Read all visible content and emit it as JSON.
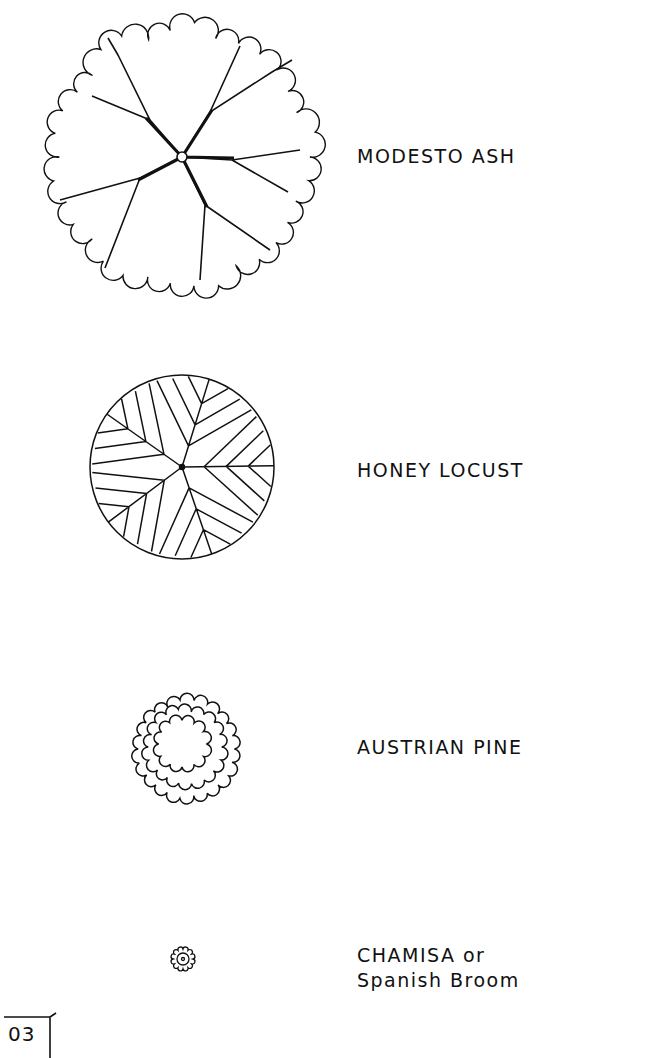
{
  "diagram": {
    "labels": [
      "03"
    ],
    "legend": [
      {
        "text": "MODESTO ASH"
      },
      {
        "text": "HONEY LOCUST"
      },
      {
        "text": "AUSTRIAN PINE"
      },
      {
        "text": "CHAMISA or Spanish Broom"
      }
    ]
  }
}
